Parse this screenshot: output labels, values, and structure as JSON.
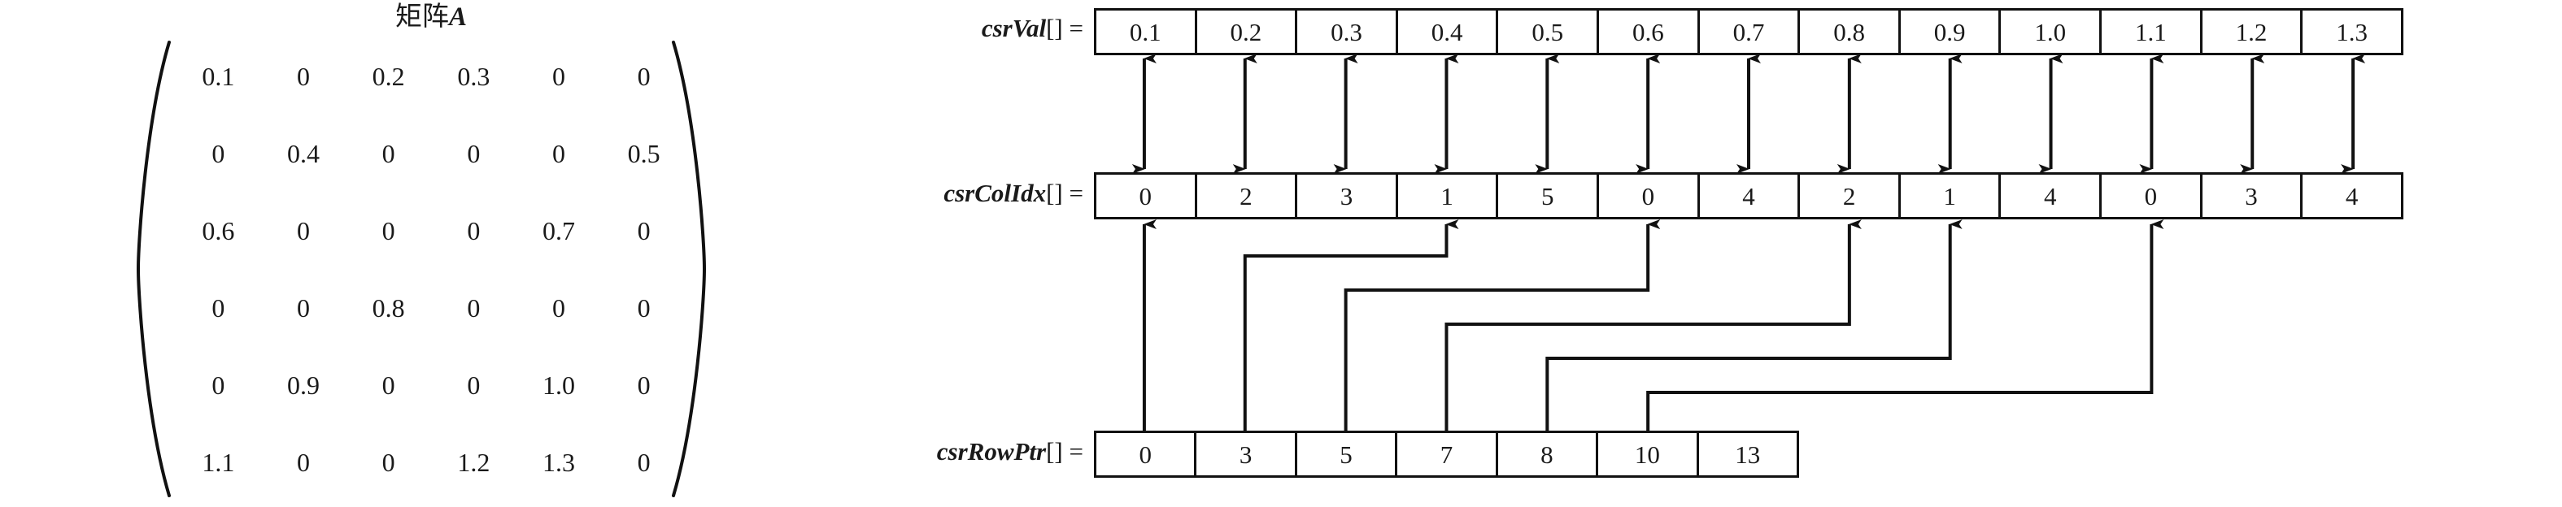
{
  "figure": {
    "matrix": {
      "title_prefix": "矩阵",
      "title_symbol": "A",
      "rows": [
        [
          "0.1",
          "0",
          "0.2",
          "0.3",
          "0",
          "0"
        ],
        [
          "0",
          "0.4",
          "0",
          "0",
          "0",
          "0.5"
        ],
        [
          "0.6",
          "0",
          "0",
          "0",
          "0.7",
          "0"
        ],
        [
          "0",
          "0",
          "0.8",
          "0",
          "0",
          "0"
        ],
        [
          "0",
          "0.9",
          "0",
          "0",
          "1.0",
          "0"
        ],
        [
          "1.1",
          "0",
          "0",
          "1.2",
          "1.3",
          "0"
        ]
      ]
    },
    "arrays": {
      "csrVal": {
        "name": "csrVal",
        "brackets": "[]",
        "equals": "=",
        "values": [
          "0.1",
          "0.2",
          "0.3",
          "0.4",
          "0.5",
          "0.6",
          "0.7",
          "0.8",
          "0.9",
          "1.0",
          "1.1",
          "1.2",
          "1.3"
        ]
      },
      "csrColIdx": {
        "name": "csrColIdx",
        "brackets": "[]",
        "equals": "=",
        "values": [
          "0",
          "2",
          "3",
          "1",
          "5",
          "0",
          "4",
          "2",
          "1",
          "4",
          "0",
          "3",
          "4"
        ]
      },
      "csrRowPtr": {
        "name": "csrRowPtr",
        "brackets": "[]",
        "equals": "=",
        "values": [
          "0",
          "3",
          "5",
          "7",
          "8",
          "10",
          "13"
        ]
      }
    },
    "links": {
      "val_to_colidx_pairs": [
        0,
        1,
        2,
        3,
        4,
        5,
        6,
        7,
        8,
        9,
        10,
        11,
        12
      ],
      "rowptr_to_colidx": [
        {
          "from_rowptr_index": 0,
          "to_colidx_index": 0
        },
        {
          "from_rowptr_index": 1,
          "to_colidx_index": 3
        },
        {
          "from_rowptr_index": 2,
          "to_colidx_index": 5
        },
        {
          "from_rowptr_index": 3,
          "to_colidx_index": 7
        },
        {
          "from_rowptr_index": 4,
          "to_colidx_index": 8
        },
        {
          "from_rowptr_index": 5,
          "to_colidx_index": 10
        }
      ]
    },
    "colors": {
      "ink": "#111111",
      "background": "#ffffff"
    }
  }
}
